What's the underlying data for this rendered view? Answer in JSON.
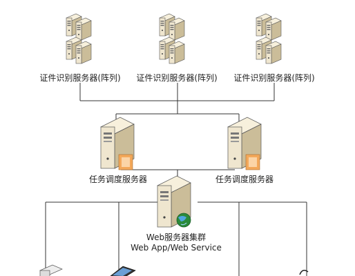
{
  "recognition_servers": [
    {
      "label": "证件识别服务器(阵列)"
    },
    {
      "label": "证件识别服务器(阵列)"
    },
    {
      "label": "证件识别服务器(阵列)"
    }
  ],
  "dispatch_servers": [
    {
      "label": "任务调度服务器"
    },
    {
      "label": "任务调度服务器"
    }
  ],
  "web_cluster": {
    "label_line1": "Web服务器集群",
    "label_line2": "Web App/Web Service"
  },
  "colors": {
    "line": "#333333",
    "server_body": "#efe6cf",
    "server_shade": "#cbbd99",
    "server_dark": "#9a8c6a",
    "folder": "#f3a85a",
    "globe": "#2a8a3a"
  }
}
